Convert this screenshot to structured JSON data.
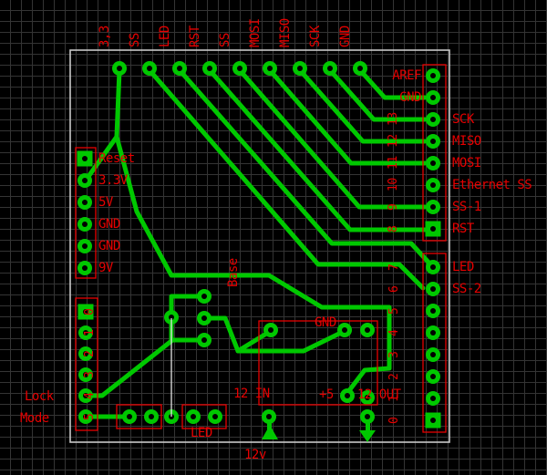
{
  "colors": {
    "background": "#000000",
    "grid": "#343434",
    "trace": "#00c800",
    "label": "#e60000",
    "board_outline": "#c8c8c8",
    "airwire": "#e8e8e8"
  },
  "top_header": {
    "labels": [
      "3,3",
      "SS",
      "LED",
      "RST",
      "SS",
      "MOSI",
      "MISO",
      "SCK",
      "GND"
    ]
  },
  "left_header": {
    "labels": [
      "Reset",
      "3.3V",
      "5V",
      "GND",
      "GND",
      "9V"
    ]
  },
  "right_header_upper": {
    "inner_labels": [
      "AREF",
      "GND"
    ],
    "pin_numbers": [
      "13",
      "12",
      "11",
      "10",
      "9",
      "8"
    ],
    "outer_labels": [
      "SCK",
      "MISO",
      "MOSI",
      "Ethernet SS",
      "SS-1",
      "RST"
    ]
  },
  "right_header_lower": {
    "pin_numbers": [
      "7",
      "6",
      "5",
      "4",
      "3",
      "2",
      "1",
      "0"
    ],
    "outer_labels": [
      "LED",
      "SS-2"
    ]
  },
  "lock_header": {
    "label_line1": "Lock",
    "label_line2": "Mode",
    "pin_numbers": [
      "0",
      "1",
      "2",
      "3",
      "4",
      "5"
    ]
  },
  "power_section": {
    "gnd_label": "GND",
    "in_label": "12 IN",
    "plus5_label": "+5",
    "out_label": "12 OUT",
    "rail_label": "12v"
  },
  "led_label": "LED",
  "base_label": "Base"
}
